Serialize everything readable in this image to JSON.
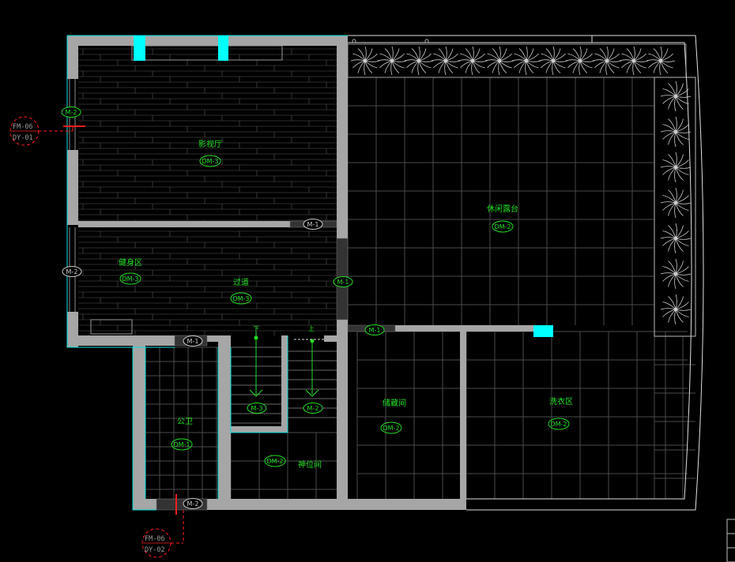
{
  "rooms": [
    {
      "key": "theater",
      "name": "影视厅",
      "tag": "DM-3"
    },
    {
      "key": "fitness",
      "name": "健身区",
      "tag": "DM-3"
    },
    {
      "key": "corridor",
      "name": "过道",
      "tag": "DM-3"
    },
    {
      "key": "terrace",
      "name": "休闲露台",
      "tag": "DM-2"
    },
    {
      "key": "storage",
      "name": "储藏间",
      "tag": "DM-2"
    },
    {
      "key": "laundry",
      "name": "洗衣区",
      "tag": "DM-2"
    },
    {
      "key": "toilet",
      "name": "公卫",
      "tag": "DM-1"
    },
    {
      "key": "shrine",
      "name": "神位间",
      "tag": "DM-2"
    }
  ],
  "doors": {
    "m1_upper": "M-1",
    "m1_right": "M-1",
    "m1_left": "M-1",
    "m1_bottom": "M-1",
    "m2_left_top": "M-2",
    "m2_left_mid": "M-2",
    "m2_stair": "M-2",
    "m3_stair": "M-3",
    "m2_bottom": "M-2"
  },
  "stairs": {
    "down": "下",
    "up": "上"
  },
  "elevation_refs": [
    {
      "top": "FM-06",
      "bottom": "DY-01"
    },
    {
      "top": "FM-06",
      "bottom": "DY-02"
    }
  ],
  "colors": {
    "wall": "#a6a6a6",
    "accent_cyan": "#00ffff",
    "label_green": "#22e022",
    "marker_red": "#ff2020",
    "grid": "#4a4a4a"
  }
}
